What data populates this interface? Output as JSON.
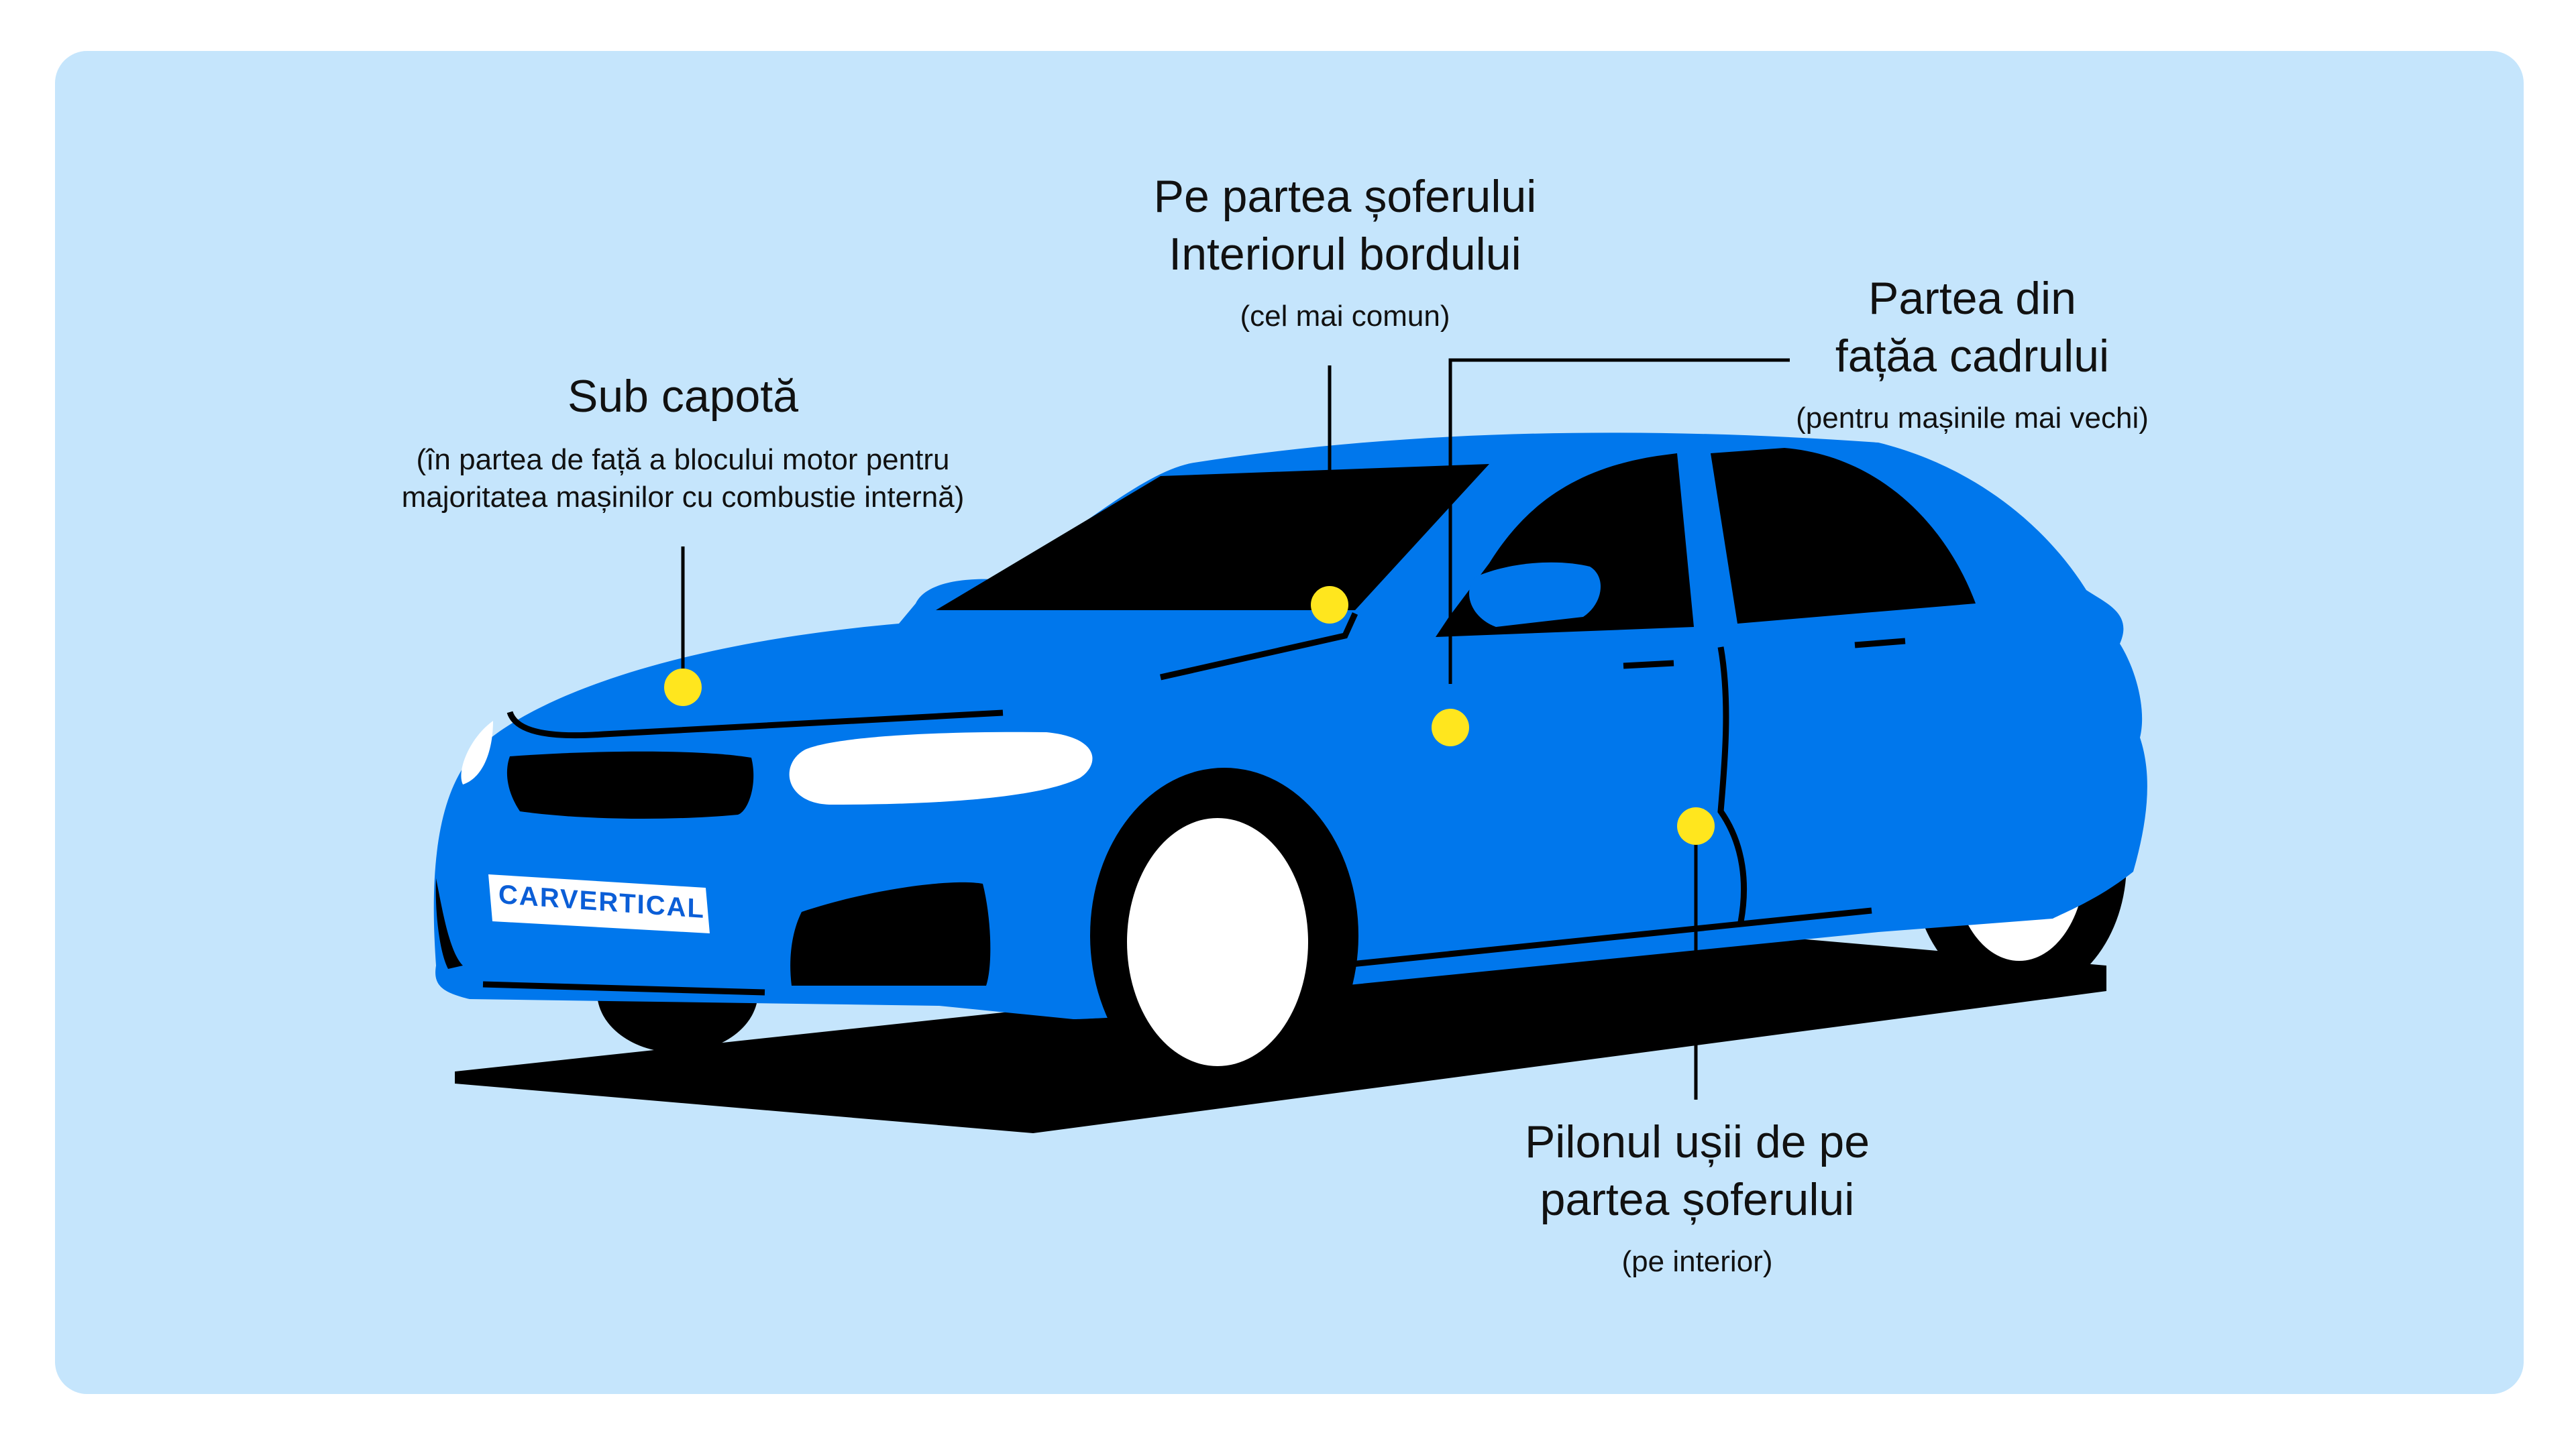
{
  "colors": {
    "background": "#c5e5fc",
    "car_body": "#0077ec",
    "car_dark": "#000000",
    "marker": "#ffe61e",
    "text": "#111111"
  },
  "labels": {
    "under_hood": {
      "title": "Sub capotă",
      "subtitle": "(în partea de față a blocului motor pentru\nmajoritatea mașinilor cu combustie internă)"
    },
    "dashboard": {
      "title": "Pe partea șoferului\nInteriorul bordului",
      "subtitle": "(cel mai comun)"
    },
    "frame_front": {
      "title": "Partea din\nfațăa cadrului",
      "subtitle": "(pentru mașinile mai vechi)"
    },
    "door_pillar": {
      "title": "Pilonul ușii de pe\npartea șoferului",
      "subtitle": "(pe interior)"
    }
  },
  "plate": {
    "text": "CARVERTICAL"
  }
}
